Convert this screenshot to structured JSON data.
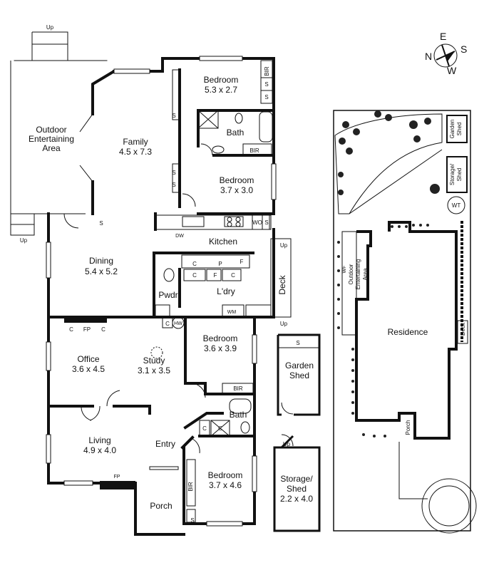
{
  "compass": {
    "n": "N",
    "e": "E",
    "s": "S",
    "w": "W"
  },
  "rooms": {
    "bedroom1": {
      "name": "Bedroom",
      "size": "5.3 x 2.7"
    },
    "family": {
      "name": "Family",
      "size": "4.5 x 7.3"
    },
    "outdoor": {
      "line1": "Outdoor",
      "line2": "Entertaining",
      "line3": "Area"
    },
    "bath1": {
      "name": "Bath"
    },
    "bedroom2": {
      "name": "Bedroom",
      "size": "3.7 x 3.0"
    },
    "kitchen": {
      "name": "Kitchen"
    },
    "dining": {
      "name": "Dining",
      "size": "5.4 x 5.2"
    },
    "pwdr": {
      "name": "Pwdr"
    },
    "laundry": {
      "name": "L'dry"
    },
    "deck": {
      "name": "Deck"
    },
    "bedroom3": {
      "name": "Bedroom",
      "size": "3.6 x 3.9"
    },
    "office": {
      "name": "Office",
      "size": "3.6 x 4.5"
    },
    "study": {
      "name": "Study",
      "size": "3.1 x 3.5"
    },
    "bath2": {
      "name": "Bath"
    },
    "living": {
      "name": "Living",
      "size": "4.9 x 4.0"
    },
    "entry": {
      "name": "Entry"
    },
    "bedroom4": {
      "name": "Bedroom",
      "size": "3.7 x 4.6"
    },
    "porch": {
      "name": "Porch"
    },
    "garden_shed": {
      "line1": "Garden",
      "line2": "Shed"
    },
    "storage_shed": {
      "line1": "Storage/",
      "line2": "Shed",
      "size": "2.2 x 4.0"
    }
  },
  "fixtures": {
    "up": "Up",
    "bir": "BIR",
    "s": "S",
    "c": "C",
    "fp": "FP",
    "p": "P",
    "f": "F",
    "wm": "WM",
    "hw": "HW",
    "dw": "DW",
    "wo": "WO"
  },
  "site": {
    "residence": "Residence",
    "porch": "Porch",
    "deck": "Deck",
    "wt": "WT",
    "wf": "WF",
    "outdoor": {
      "line1": "Outdoor",
      "line2": "Entertaining",
      "line3": "Area"
    },
    "garden_shed": {
      "line1": "Garden",
      "line2": "Shed"
    },
    "storage_shed": {
      "line1": "Storage/",
      "line2": "Shed"
    }
  }
}
